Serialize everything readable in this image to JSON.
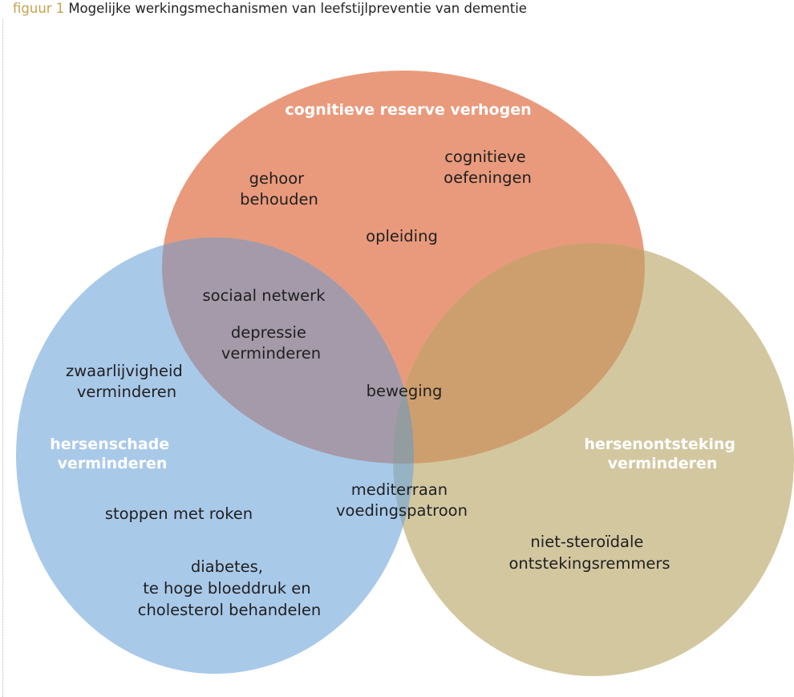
{
  "caption": {
    "figure_label": "figuur 1",
    "title": "Mogelijke werkingsmechanismen van leefstijlpreventie van dementie"
  },
  "colors": {
    "top_circle": "#E99A7C",
    "left_circle": "#A9C9E9",
    "right_circle": "#D3C7A0",
    "top_left_overlap": "#A59AA9",
    "top_right_overlap": "#CE9F6E",
    "left_right_overlap": "#95B3C3",
    "center_overlap": "#939C9F",
    "heading_text": "#FFFFFF"
  },
  "circles": {
    "top": {
      "heading": "cognitieve reserve verhogen",
      "items": [
        {
          "lines": [
            "gehoor",
            "behouden"
          ]
        },
        {
          "lines": [
            "cognitieve",
            "oefeningen"
          ]
        },
        {
          "lines": [
            "opleiding"
          ]
        }
      ]
    },
    "left": {
      "heading_lines": [
        "hersenschade",
        "verminderen"
      ],
      "items": [
        {
          "lines": [
            "zwaarlijvigheid",
            "verminderen"
          ]
        },
        {
          "lines": [
            "stoppen met roken"
          ]
        },
        {
          "lines": [
            "diabetes,",
            "te hoge bloeddruk en",
            "cholesterol behandelen"
          ]
        }
      ]
    },
    "right": {
      "heading_lines": [
        "hersenontsteking",
        "verminderen"
      ],
      "items": [
        {
          "lines": [
            "niet-steroïdale",
            "ontstekingsremmers"
          ]
        }
      ]
    }
  },
  "overlaps": {
    "top_left": [
      {
        "lines": [
          "sociaal netwerk"
        ]
      },
      {
        "lines": [
          "depressie",
          "verminderen"
        ]
      }
    ],
    "center": {
      "lines": [
        "beweging"
      ]
    },
    "left_right": {
      "lines": [
        "mediterraan",
        "voedingspatroon"
      ]
    }
  }
}
